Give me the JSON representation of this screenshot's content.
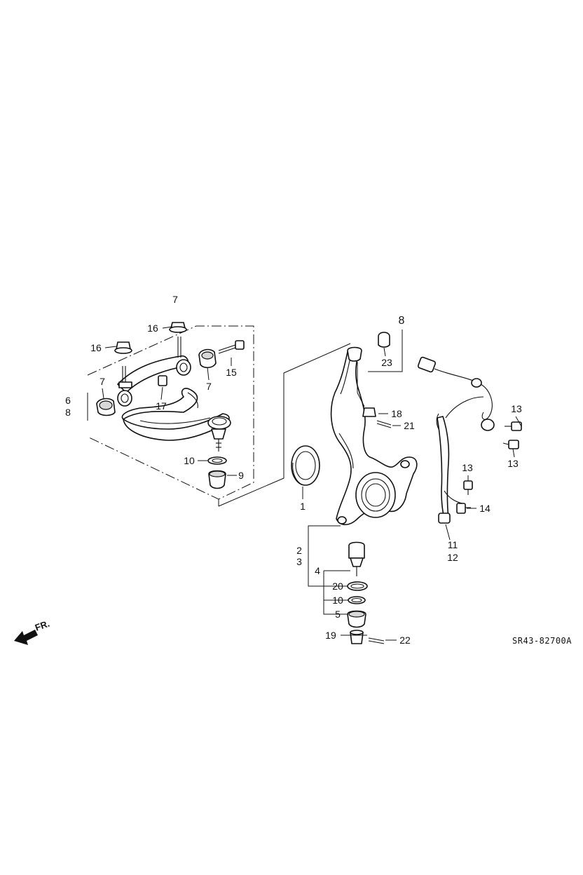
{
  "callouts": {
    "c7_top": "7",
    "c16_top": "16",
    "c16_left": "16",
    "c6": "6",
    "c8_left": "8",
    "c7_left": "7",
    "c17": "17",
    "c7_mid": "7",
    "c15": "15",
    "c10_upper": "10",
    "c9": "9",
    "c8_right": "8",
    "c23": "23",
    "c18": "18",
    "c21": "21",
    "c1": "1",
    "c2": "2",
    "c3": "3",
    "c4": "4",
    "c20": "20",
    "c10_lower": "10",
    "c5": "5",
    "c19": "19",
    "c22": "22",
    "c13_a": "13",
    "c13_b": "13",
    "c13_c": "13",
    "c14": "14",
    "c11": "11",
    "c12": "12"
  },
  "direction_label": "FR.",
  "diagram_code": "SR43-82700A"
}
